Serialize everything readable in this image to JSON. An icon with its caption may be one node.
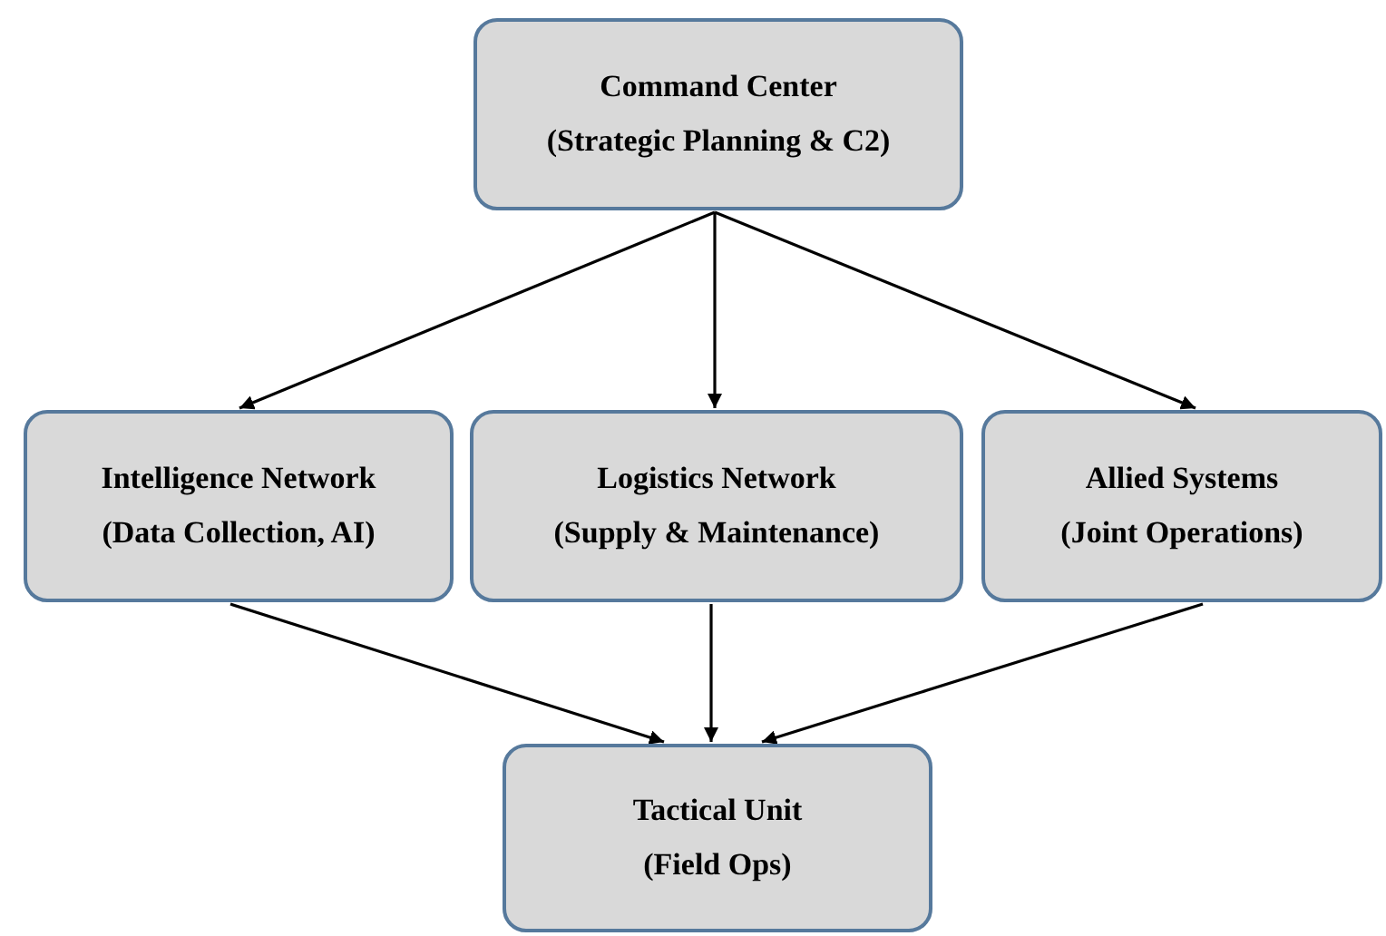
{
  "diagram": {
    "nodes": [
      {
        "text": [
          "Command Center",
          "(Strategic Planning & C2)"
        ]
      },
      {
        "text": [
          "Intelligence Network",
          "(Data Collection, AI)"
        ]
      },
      {
        "text": [
          "Logistics Network",
          "(Supply & Maintenance)"
        ]
      },
      {
        "text": [
          "Allied Systems",
          "(Joint Operations)"
        ]
      },
      {
        "text": [
          "Tactical Unit",
          "(Field Ops)"
        ]
      }
    ],
    "edges": [
      {
        "from": 0,
        "to": 1,
        "arrow": "to"
      },
      {
        "from": 0,
        "to": 2,
        "arrow": "to"
      },
      {
        "from": 0,
        "to": 3,
        "arrow": "to"
      },
      {
        "from": 1,
        "to": 4,
        "arrow": "to"
      },
      {
        "from": 2,
        "to": 4,
        "arrow": "to"
      },
      {
        "from": 3,
        "to": 4,
        "arrow": "to"
      }
    ]
  }
}
